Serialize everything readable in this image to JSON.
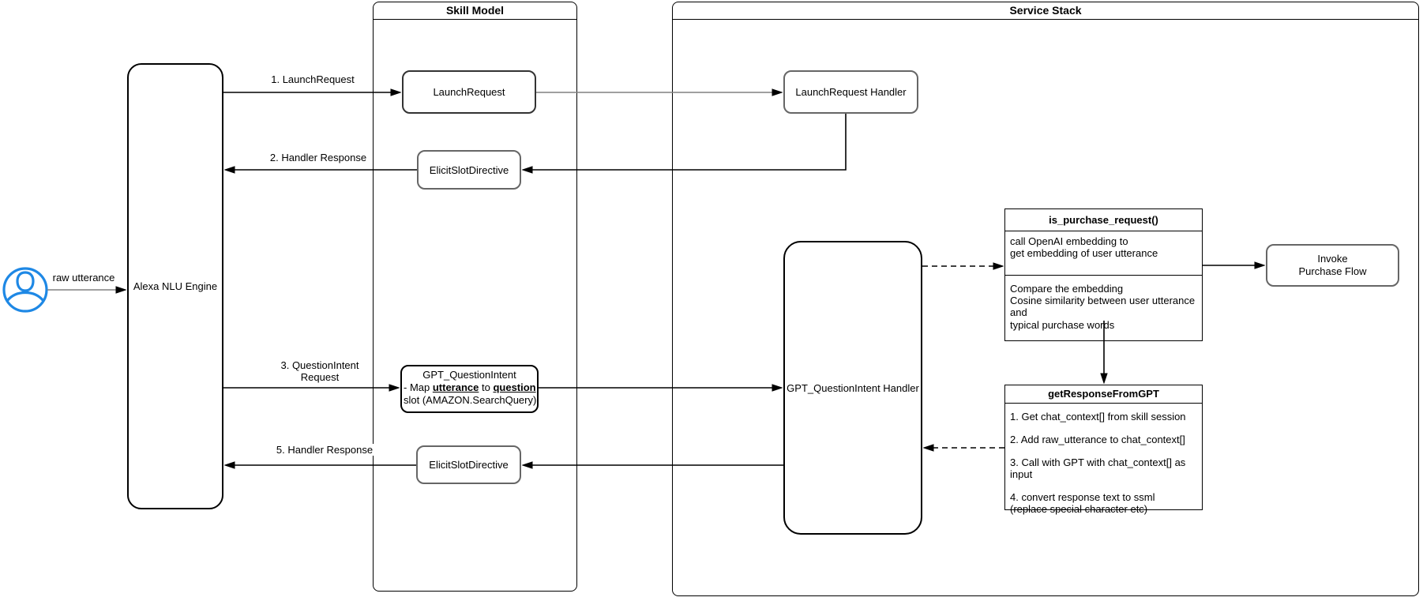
{
  "diagram": {
    "user": {
      "icon": "user-icon"
    },
    "containers": {
      "skill_model": {
        "title": "Skill Model"
      },
      "service_stack": {
        "title": "Service Stack"
      }
    },
    "nodes": {
      "alexa_nlu": {
        "label": "Alexa NLU Engine"
      },
      "launch_request": {
        "label": "LaunchRequest"
      },
      "elicit_slot_1": {
        "label": "ElicitSlotDirective"
      },
      "elicit_slot_2": {
        "label": "ElicitSlotDirective"
      },
      "gpt_question_intent": {
        "title": "GPT_QuestionIntent",
        "map_prefix": "- Map ",
        "map_term1": "utterance",
        "map_mid": " to ",
        "map_term2": "question",
        "slot_line": "slot (AMAZON.SearchQuery)"
      },
      "launch_request_handler": {
        "label": "LaunchRequest Handler"
      },
      "gpt_qi_handler": {
        "label": "GPT_QuestionIntent Handler"
      },
      "is_purchase_request": {
        "title": "is_purchase_request()",
        "section1": [
          "call OpenAI embedding to",
          "get embedding of user utterance"
        ],
        "section2": [
          "Compare the embedding",
          "Cosine similarity between user utterance and",
          "typical purchase words"
        ]
      },
      "get_response_from_gpt": {
        "title": "getResponseFromGPT",
        "steps": [
          "1. Get chat_context[] from skill session",
          "2. Add raw_utterance to chat_context[]",
          "3. Call with GPT with chat_context[] as input",
          "4. convert response text to ssml",
          "(replace special character etc)"
        ]
      },
      "invoke_purchase_flow": {
        "line1": "Invoke",
        "line2": "Purchase Flow"
      }
    },
    "edge_labels": {
      "raw_utterance": "raw utterance",
      "launch_request": "1. LaunchRequest",
      "handler_response_2": "2. Handler Response",
      "question_intent_l1": "3. QuestionIntent",
      "question_intent_l2": "Request",
      "handler_response_5": "5. Handler Response"
    },
    "colors": {
      "actor_blue": "#1E88E5",
      "line_gray": "#808080",
      "box_gray": "#666666",
      "line_black": "#000000"
    }
  }
}
